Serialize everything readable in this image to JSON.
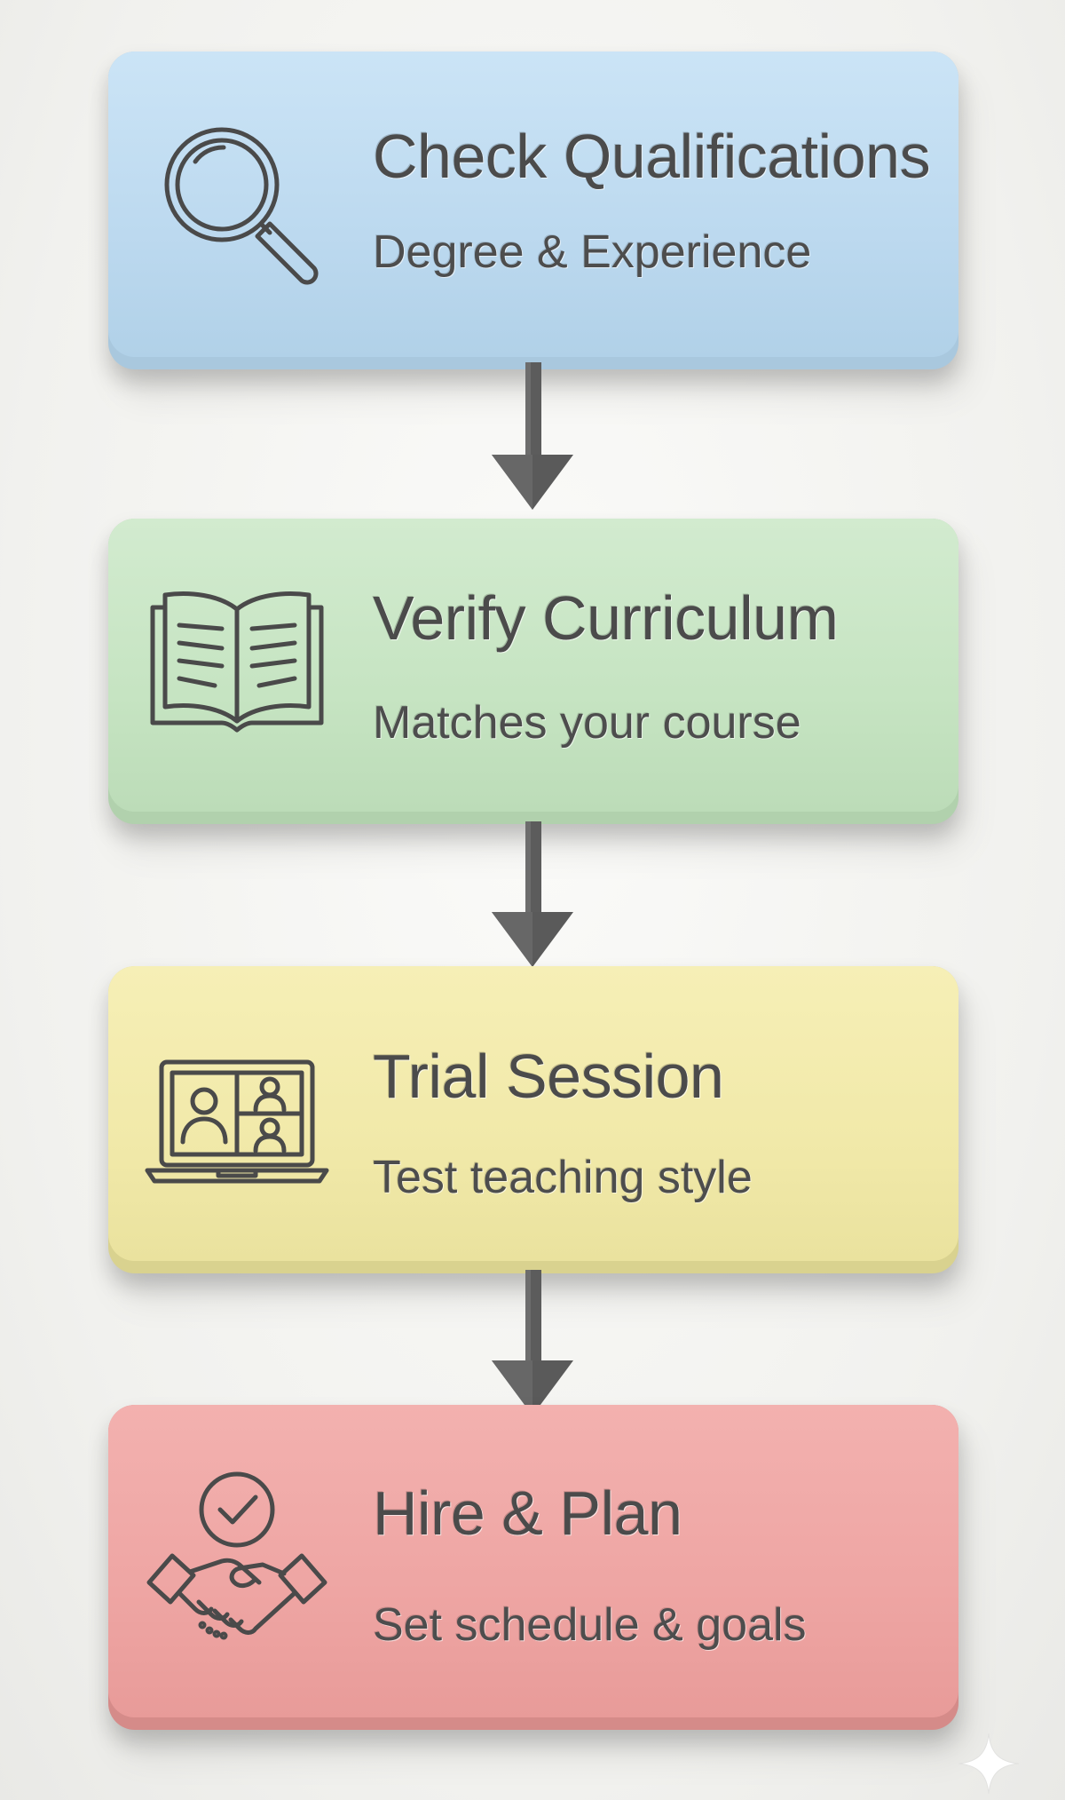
{
  "steps": [
    {
      "title": "Check Qualifications",
      "subtitle": "Degree & Experience",
      "icon": "magnifying-glass-icon",
      "color": "#bfdcf1"
    },
    {
      "title": "Verify Curriculum",
      "subtitle": "Matches your course",
      "icon": "open-book-icon",
      "color": "#c8e6c5"
    },
    {
      "title": "Trial Session",
      "subtitle": "Test teaching style",
      "icon": "laptop-video-call-icon",
      "color": "#f1eaaa"
    },
    {
      "title": "Hire & Plan",
      "subtitle": "Set schedule & goals",
      "icon": "handshake-check-icon",
      "color": "#eea7a5"
    }
  ],
  "colors": {
    "arrow": "#5a5a5a",
    "icon_stroke": "#4a4a4a",
    "text": "#4b4b4b"
  }
}
